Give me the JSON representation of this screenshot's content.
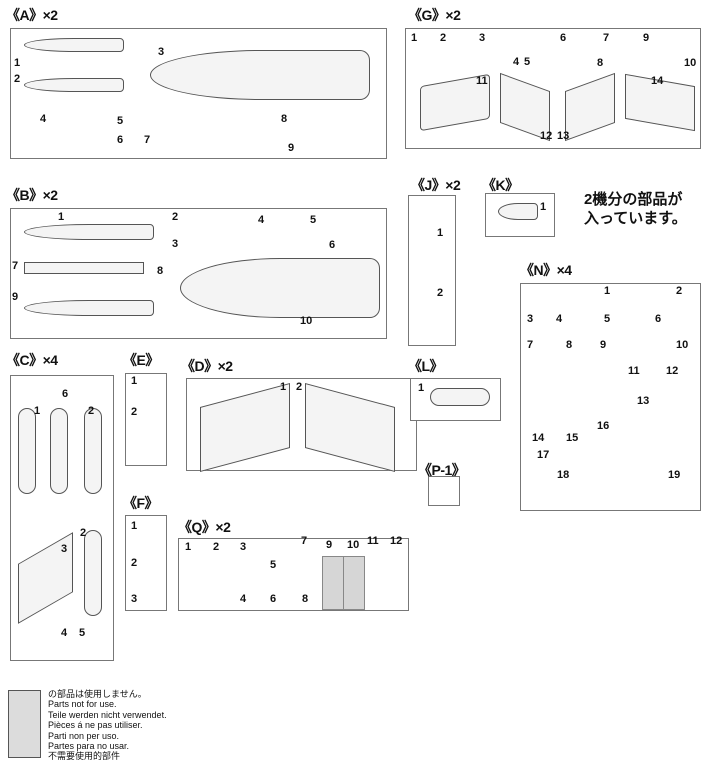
{
  "sprues": {
    "A": {
      "title": "《A》×2",
      "parts": [
        "1",
        "2",
        "3",
        "4",
        "5",
        "6",
        "7",
        "8",
        "9"
      ]
    },
    "G": {
      "title": "《G》×2",
      "parts": [
        "1",
        "2",
        "3",
        "4",
        "5",
        "6",
        "7",
        "8",
        "9",
        "10",
        "11",
        "12",
        "13",
        "14"
      ]
    },
    "J": {
      "title": "《J》×2",
      "parts": [
        "1",
        "2"
      ]
    },
    "K": {
      "title": "《K》",
      "parts": [
        "1"
      ]
    },
    "B": {
      "title": "《B》×2",
      "parts": [
        "1",
        "2",
        "3",
        "4",
        "5",
        "6",
        "7",
        "8",
        "9",
        "10"
      ]
    },
    "N": {
      "title": "《N》×4",
      "parts": [
        "1",
        "2",
        "3",
        "4",
        "5",
        "6",
        "7",
        "8",
        "9",
        "10",
        "11",
        "12",
        "13",
        "14",
        "15",
        "16",
        "17",
        "18",
        "19"
      ]
    },
    "C": {
      "title": "《C》×4",
      "parts": [
        "1",
        "2",
        "3",
        "2",
        "4",
        "5",
        "6"
      ]
    },
    "E": {
      "title": "《E》",
      "parts": [
        "1",
        "2"
      ]
    },
    "D": {
      "title": "《D》×2",
      "parts": [
        "1",
        "2"
      ]
    },
    "L": {
      "title": "《L》",
      "parts": [
        "1"
      ]
    },
    "P1": {
      "title": "《P-1》",
      "parts": []
    },
    "F": {
      "title": "《F》",
      "parts": [
        "1",
        "2",
        "3"
      ]
    },
    "Q": {
      "title": "《Q》×2",
      "parts": [
        "1",
        "2",
        "3",
        "4",
        "5",
        "6",
        "7",
        "8",
        "9",
        "10",
        "11",
        "12"
      ]
    }
  },
  "note": {
    "line1": "2機分の部品が",
    "line2": "入っています。"
  },
  "legend": {
    "lines": [
      "の部品は使用しません。",
      "Parts not for use.",
      "Teile werden nicht verwendet.",
      "Pièces á ne pas utiliser.",
      "Parti non per uso.",
      "Partes para no usar.",
      "不需要使用的部件"
    ],
    "unused_color": "#d6d6d6"
  }
}
